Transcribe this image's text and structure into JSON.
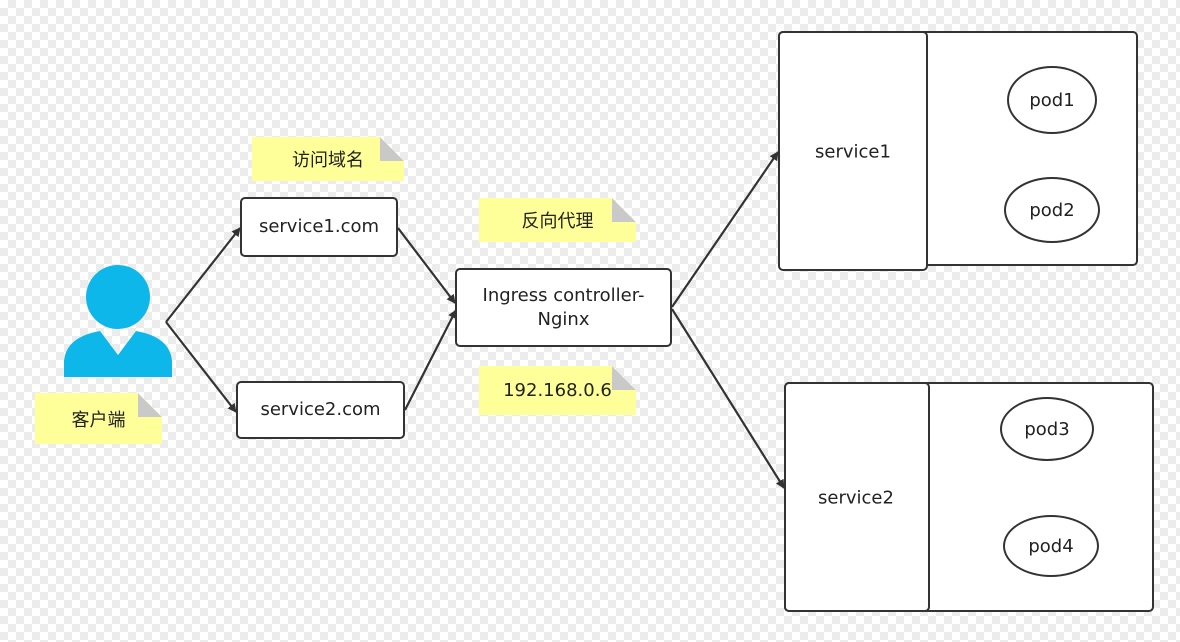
{
  "client": {
    "label": "客户端",
    "icon": "user-icon",
    "icon_color": "#0eb7ea"
  },
  "notes": {
    "visit_domain": "访问域名",
    "reverse_proxy": "反向代理",
    "ip": "192.168.0.6"
  },
  "domains": [
    {
      "label": "service1.com"
    },
    {
      "label": "service2.com"
    }
  ],
  "controller": {
    "label": "Ingress controller-\nNginx"
  },
  "services": [
    {
      "label": "service1",
      "pods": [
        "pod1",
        "pod2"
      ]
    },
    {
      "label": "service2",
      "pods": [
        "pod3",
        "pod4"
      ]
    }
  ],
  "colors": {
    "note_fill": "#ffff99",
    "note_fold": "#c9c9c9",
    "stroke": "#333333"
  }
}
